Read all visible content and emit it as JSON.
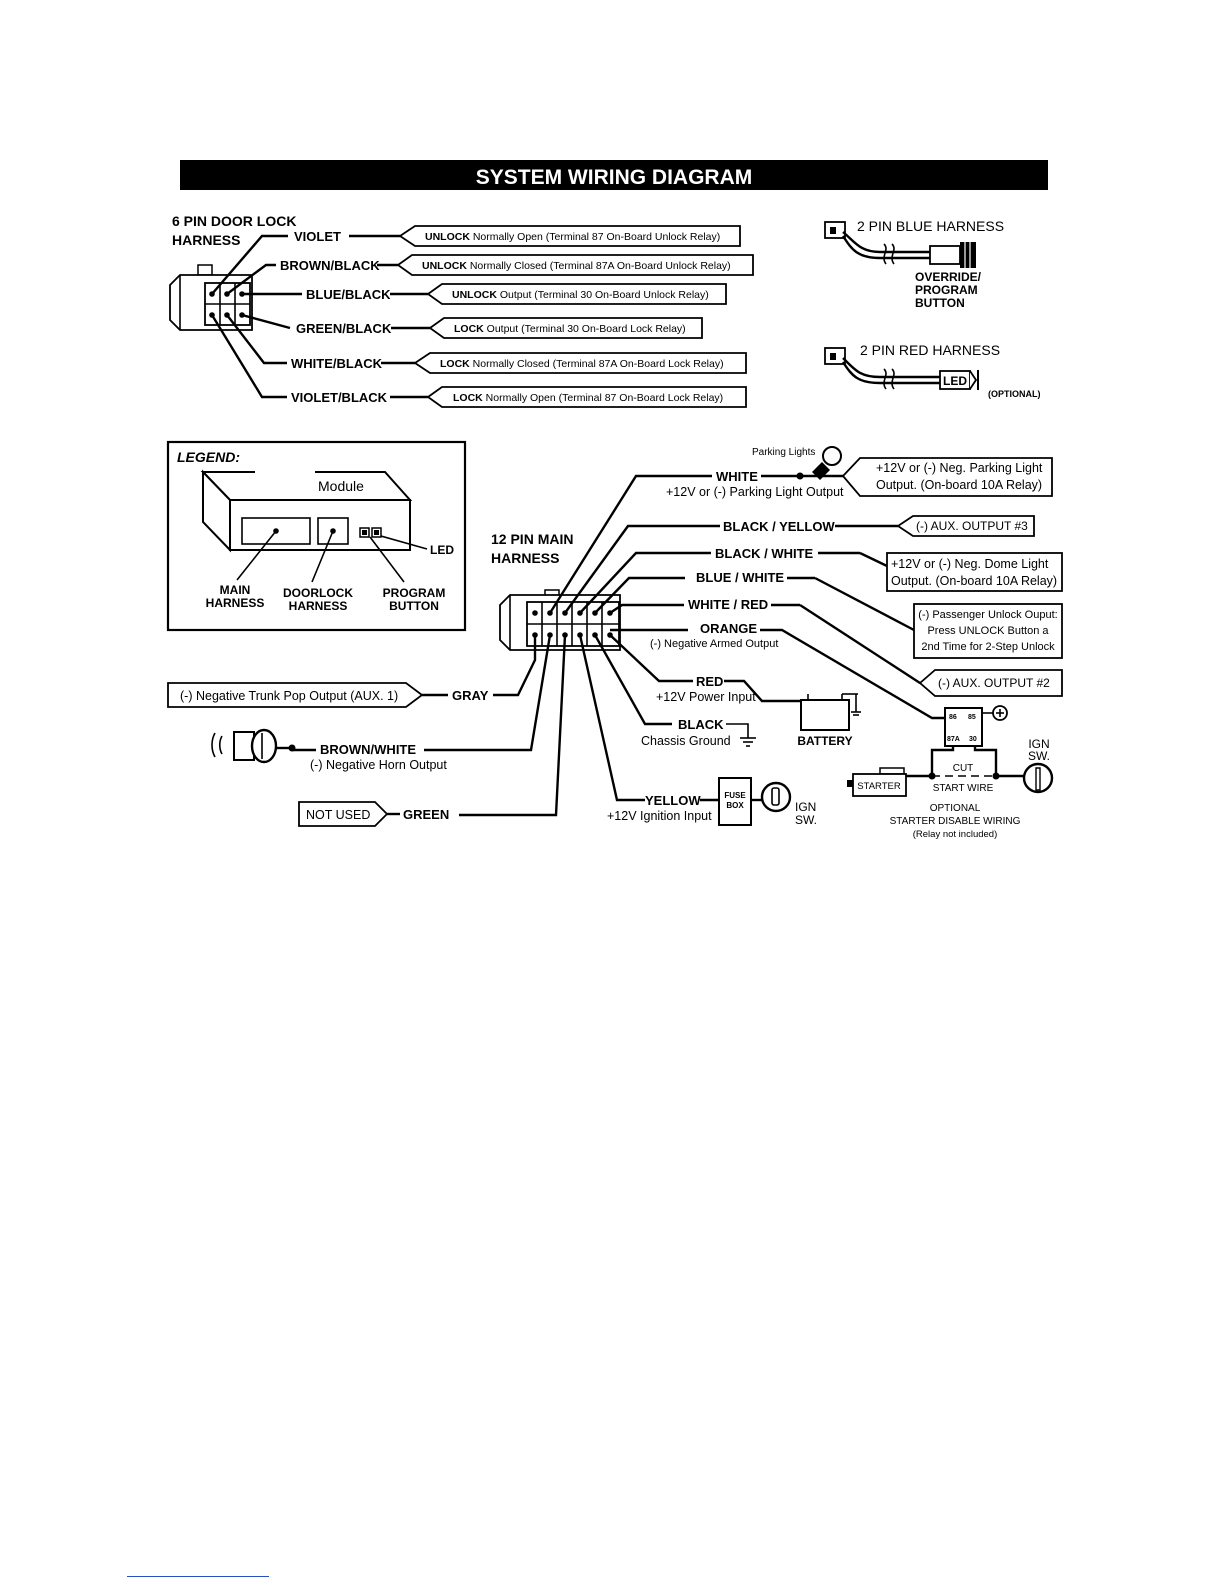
{
  "title": "SYSTEM WIRING DIAGRAM",
  "door_lock": {
    "title_line1": "6 PIN DOOR LOCK",
    "title_line2": "HARNESS",
    "wires": [
      {
        "color": "VIOLET",
        "func_bold": "UNLOCK",
        "func_rest": " Normally Open (Terminal 87 On-Board Unlock Relay)"
      },
      {
        "color": "BROWN/BLACK",
        "func_bold": "UNLOCK",
        "func_rest": " Normally Closed (Terminal 87A On-Board Unlock Relay)"
      },
      {
        "color": "BLUE/BLACK",
        "func_bold": "UNLOCK",
        "func_rest": " Output (Terminal 30 On-Board Unlock Relay)"
      },
      {
        "color": "GREEN/BLACK",
        "func_bold": "LOCK",
        "func_rest": " Output (Terminal 30 On-Board Lock Relay)"
      },
      {
        "color": "WHITE/BLACK",
        "func_bold": "LOCK",
        "func_rest": " Normally Closed (Terminal 87A On-Board Lock Relay)"
      },
      {
        "color": "VIOLET/BLACK",
        "func_bold": "LOCK",
        "func_rest": "  Normally Open (Terminal 87 On-Board Lock Relay)"
      }
    ]
  },
  "blue_harness": {
    "title": "2 PIN BLUE HARNESS",
    "lines": [
      "OVERRIDE/",
      "PROGRAM",
      "BUTTON"
    ]
  },
  "red_harness": {
    "title": "2 PIN RED HARNESS",
    "led": "LED",
    "optional": "(OPTIONAL)"
  },
  "legend": {
    "title": "LEGEND:",
    "module": "Module",
    "main": [
      "MAIN",
      "HARNESS"
    ],
    "doorlock": [
      "DOORLOCK",
      "HARNESS"
    ],
    "program": [
      "PROGRAM",
      "BUTTON"
    ],
    "led": "LED"
  },
  "main_harness": {
    "title_line1": "12 PIN MAIN",
    "title_line2": "HARNESS",
    "parking_lights": "Parking Lights",
    "white": {
      "color": "WHITE",
      "sub": "+12V or (-) Parking Light Output",
      "box": [
        "+12V or (-) Neg. Parking Light",
        "Output. (On-board 10A Relay)"
      ]
    },
    "black_yellow": {
      "color": "BLACK / YELLOW",
      "box": "(-) AUX. OUTPUT #3"
    },
    "black_white": {
      "color": "BLACK / WHITE",
      "box": [
        "+12V or (-) Neg. Dome Light",
        "Output. (On-board 10A Relay)"
      ]
    },
    "blue_white": {
      "color": "BLUE / WHITE",
      "box": [
        "(-) Passenger Unlock Ouput:",
        "Press UNLOCK Button a",
        "2nd Time for 2-Step Unlock"
      ]
    },
    "white_red": {
      "color": "WHITE / RED",
      "box": "(-) AUX. OUTPUT #2"
    },
    "orange": {
      "color": "ORANGE",
      "sub": "(-) Negative Armed Output"
    },
    "red": {
      "color": "RED",
      "sub": "+12V Power Input"
    },
    "battery": "BATTERY",
    "black": {
      "color": "BLACK",
      "sub": "Chassis Ground"
    },
    "gray": {
      "color": "GRAY",
      "box": "(-) Negative Trunk Pop Output (AUX. 1)"
    },
    "brown_white": {
      "color": "BROWN/WHITE",
      "sub": "(-) Negative Horn Output"
    },
    "green": {
      "color": "GREEN",
      "box": "NOT USED"
    },
    "yellow": {
      "color": "YELLOW",
      "sub": "+12V Ignition Input"
    },
    "fuse_box": [
      "FUSE",
      "BOX"
    ],
    "ign_sw": [
      "IGN",
      "SW."
    ]
  },
  "starter": {
    "relay_pins": [
      "86",
      "85",
      "87A",
      "30"
    ],
    "cut": "CUT",
    "start_wire": "START WIRE",
    "starter": "STARTER",
    "ign_sw": [
      "IGN",
      "SW."
    ],
    "caption": [
      "OPTIONAL",
      "STARTER DISABLE WIRING",
      "(Relay not included)"
    ]
  }
}
